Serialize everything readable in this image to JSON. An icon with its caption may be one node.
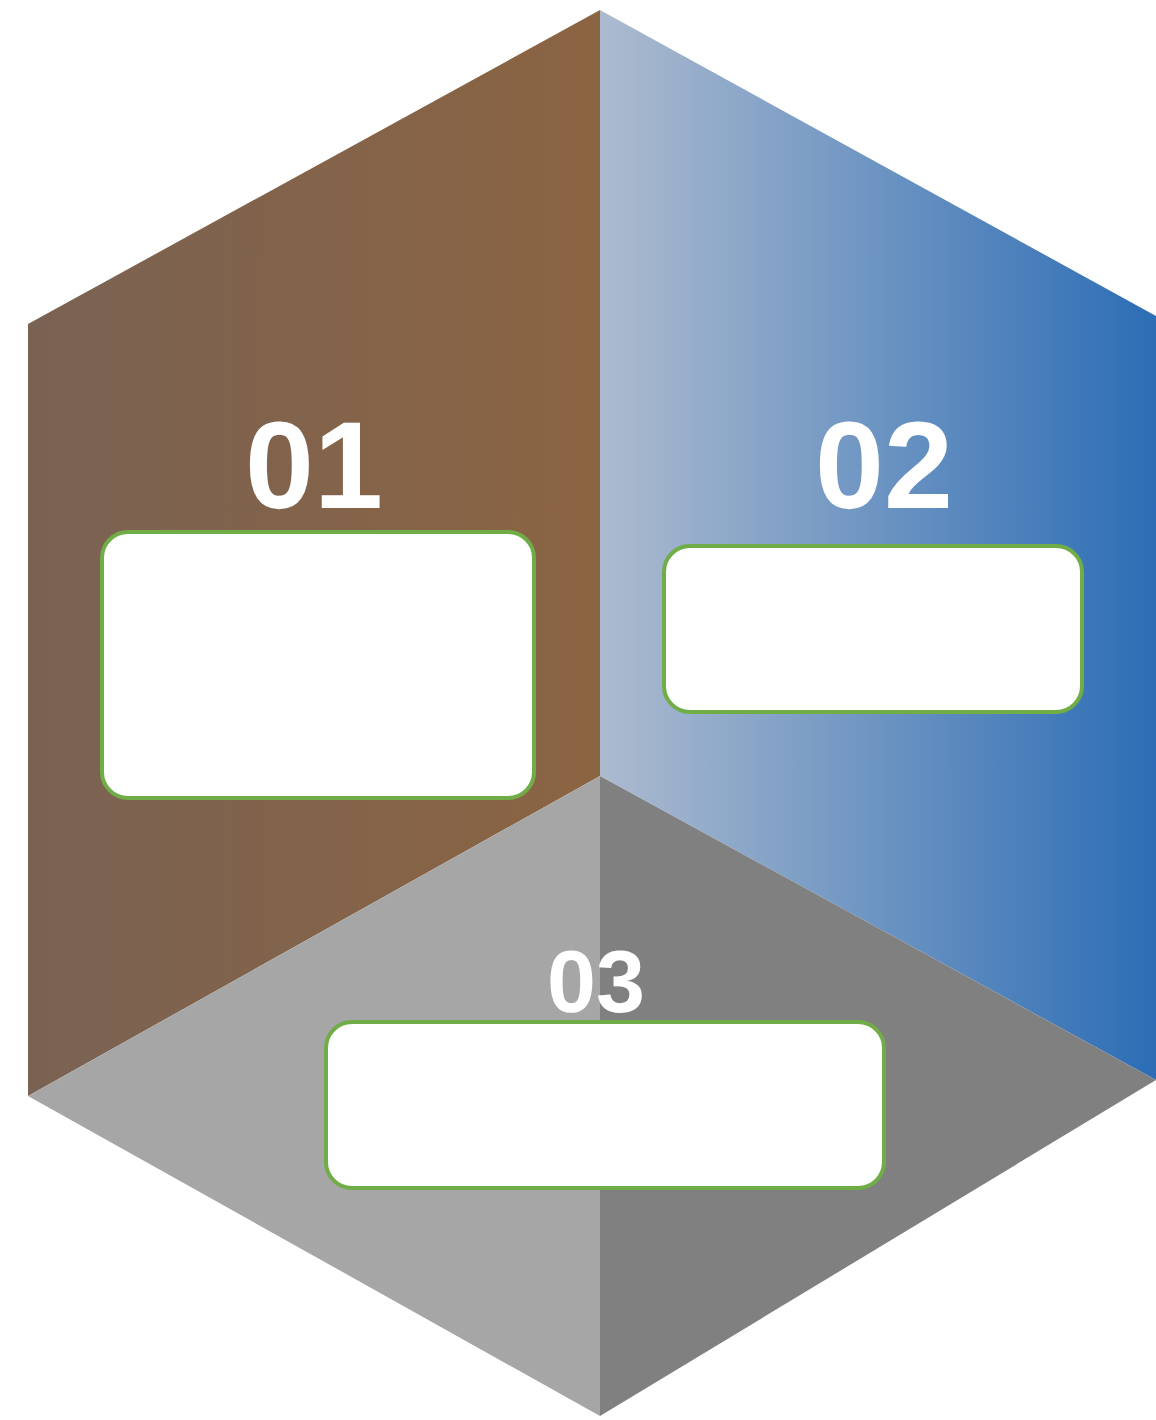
{
  "diagram": {
    "nodes": [
      {
        "text": [
          "01"
        ]
      },
      {
        "text": [],
        "shape": "box",
        "in": 0
      },
      {
        "text": [
          "02"
        ]
      },
      {
        "text": [],
        "shape": "box",
        "in": 2
      },
      {
        "text": [
          "03"
        ]
      },
      {
        "text": [],
        "shape": "box"
      }
    ]
  }
}
